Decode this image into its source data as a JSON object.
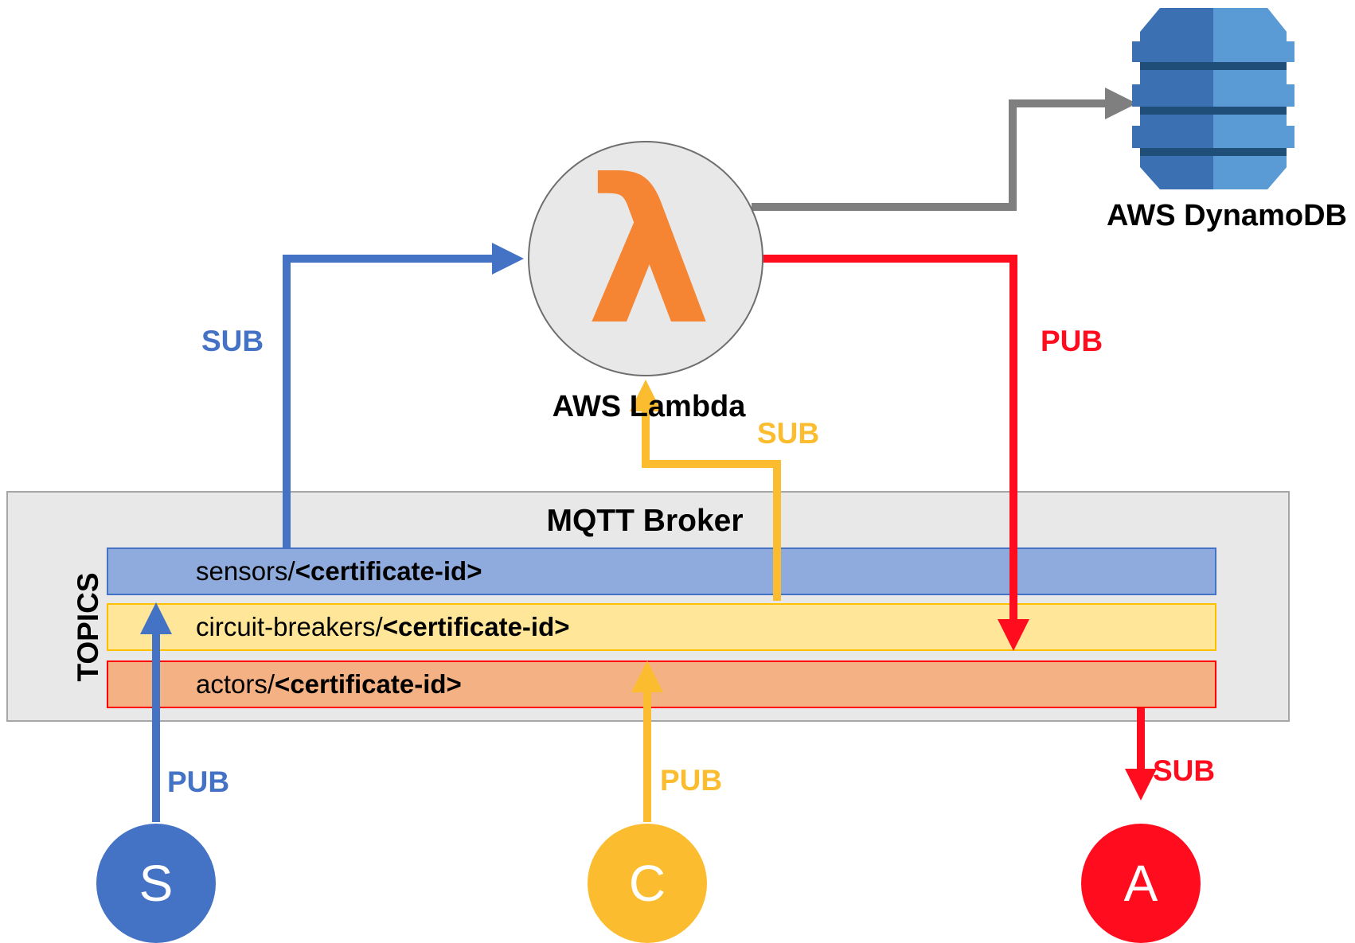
{
  "broker": {
    "title": "MQTT Broker",
    "topics_label": "TOPICS",
    "topics": [
      {
        "prefix": "sensors/",
        "suffix": "<certificate-id>"
      },
      {
        "prefix": "circuit-breakers/",
        "suffix": "<certificate-id>"
      },
      {
        "prefix": "actors/",
        "suffix": "<certificate-id>"
      }
    ]
  },
  "lambda": {
    "label": "AWS Lambda",
    "symbol": "λ"
  },
  "dynamodb": {
    "label": "AWS DynamoDB"
  },
  "flows": {
    "sensors_to_lambda": "SUB",
    "cb_to_lambda": "SUB",
    "lambda_to_actors": "PUB",
    "s_pub": "PUB",
    "c_pub": "PUB",
    "a_sub": "SUB"
  },
  "nodes": {
    "s": "S",
    "c": "C",
    "a": "A"
  },
  "colors": {
    "blue": "#4472c4",
    "yellow": "#fbbd2f",
    "red": "#ff0d1f",
    "gray": "#7f7f7f",
    "lambda_orange": "#f58533",
    "dynamo_blue": "#3b71b3"
  }
}
